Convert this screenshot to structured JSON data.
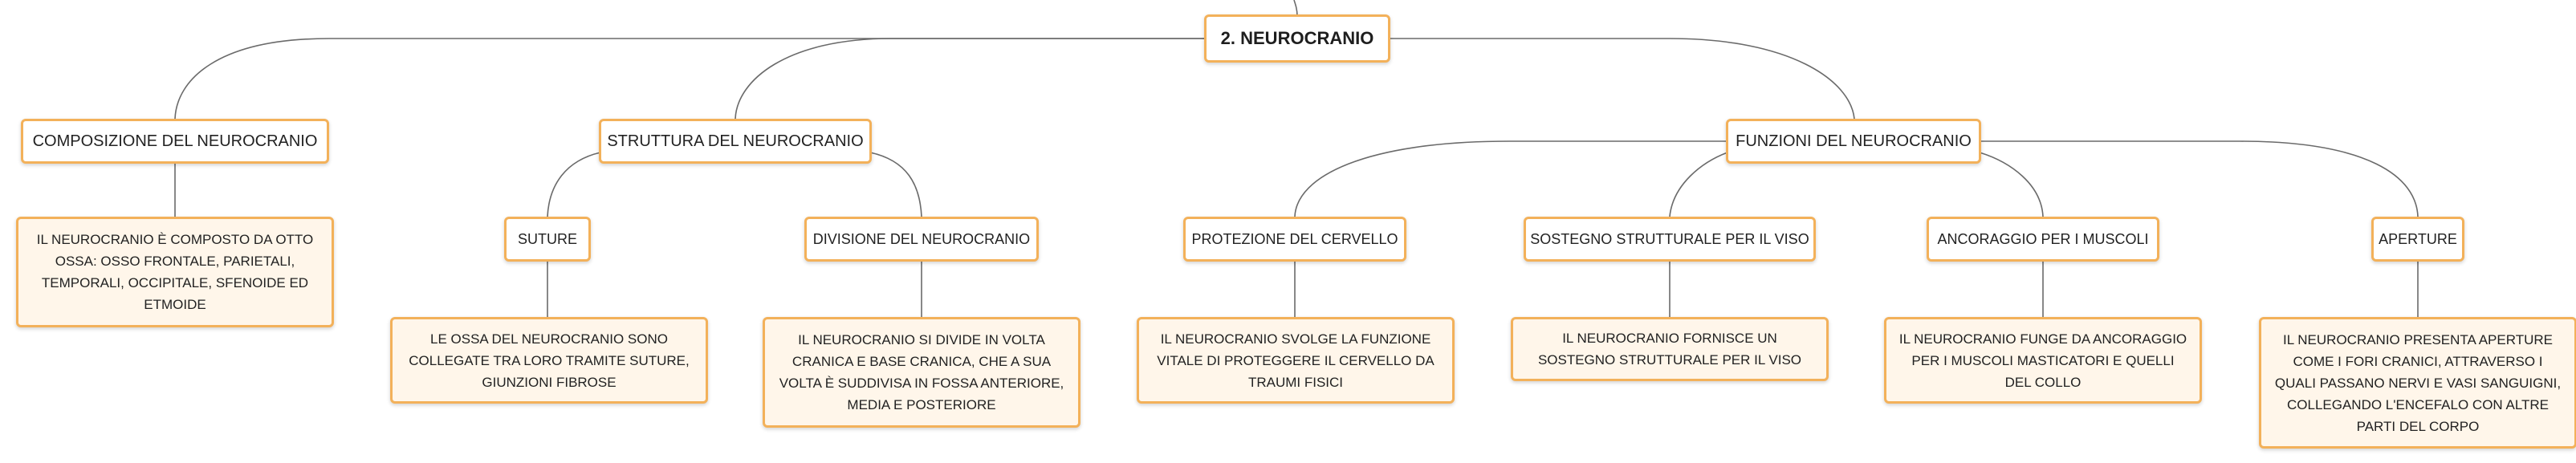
{
  "root": {
    "label": "2. NEUROCRANIO"
  },
  "topics": {
    "composizione": {
      "label": "COMPOSIZIONE DEL NEUROCRANIO",
      "detail": "IL NEUROCRANIO È COMPOSTO DA OTTO OSSA: OSSO FRONTALE, PARIETALI, TEMPORALI, OCCIPITALE, SFENOIDE ED ETMOIDE"
    },
    "struttura": {
      "label": "STRUTTURA DEL NEUROCRANIO",
      "suture": {
        "label": "SUTURE",
        "detail": "LE OSSA DEL NEUROCRANIO SONO COLLEGATE TRA LORO TRAMITE SUTURE, GIUNZIONI FIBROSE"
      },
      "divisione": {
        "label": "DIVISIONE DEL NEUROCRANIO",
        "detail": "IL NEUROCRANIO SI DIVIDE IN VOLTA CRANICA E BASE CRANICA, CHE A SUA VOLTA È SUDDIVISA IN FOSSA ANTERIORE, MEDIA E POSTERIORE"
      }
    },
    "funzioni": {
      "label": "FUNZIONI DEL NEUROCRANIO",
      "protezione": {
        "label": "PROTEZIONE DEL CERVELLO",
        "detail": "IL NEUROCRANIO SVOLGE LA FUNZIONE VITALE DI PROTEGGERE IL CERVELLO DA TRAUMI FISICI"
      },
      "sostegno": {
        "label": "SOSTEGNO STRUTTURALE PER IL VISO",
        "detail": "IL NEUROCRANIO FORNISCE UN SOSTEGNO STRUTTURALE PER IL VISO"
      },
      "ancoraggio": {
        "label": "ANCORAGGIO PER I MUSCOLI",
        "detail": "IL NEUROCRANIO FUNGE DA ANCORAGGIO PER I MUSCOLI MASTICATORI E QUELLI DEL COLLO"
      },
      "aperture": {
        "label": "APERTURE",
        "detail": "IL NEUROCRANIO PRESENTA APERTURE COME I FORI CRANICI, ATTRAVERSO I QUALI PASSANO NERVI E VASI SANGUIGNI, COLLEGANDO L'ENCEFALO CON ALTRE PARTI DEL CORPO"
      }
    }
  },
  "colors": {
    "node_border": "#f3b15a",
    "detail_fill": "#fff6ea",
    "connector": "#6a6a6a"
  }
}
